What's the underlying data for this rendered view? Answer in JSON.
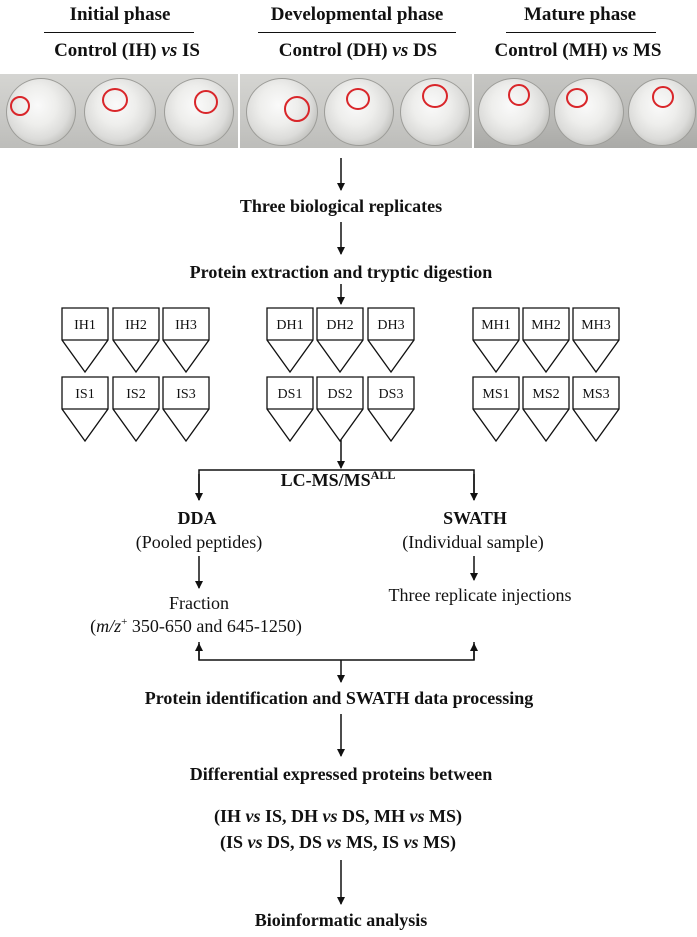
{
  "phases": [
    {
      "title": "Initial phase",
      "control": "Control (IH) ",
      "vs": "vs",
      "sample": " IS"
    },
    {
      "title": "Developmental phase",
      "control": "Control (DH) ",
      "vs": "vs",
      "sample": " DS"
    },
    {
      "title": "Mature phase",
      "control": "Control (MH) ",
      "vs": "vs",
      "sample": " MS"
    }
  ],
  "steps": {
    "replicates": "Three biological replicates",
    "extraction": "Protein extraction and tryptic digestion",
    "lcms": "LC-MS/MS",
    "lcms_sup": "ALL",
    "identification": "Protein identification and SWATH data processing",
    "differential": "Differential expressed proteins between",
    "comparisons1": [
      "(IH ",
      "vs",
      " IS, DH ",
      "vs",
      " DS, MH ",
      "vs",
      " MS)"
    ],
    "comparisons2": [
      "(IS ",
      "vs",
      " DS, DS ",
      "vs",
      " MS, IS ",
      "vs",
      " MS)"
    ],
    "bioinformatic": "Bioinformatic analysis"
  },
  "dda": {
    "title": "DDA",
    "subtitle": "(Pooled peptides)",
    "fraction": "Fraction",
    "range_open": "(",
    "range_mz": "m/z",
    "range_sup": "+",
    "range_text": " 350-650 and 645-1250)"
  },
  "swath": {
    "title": "SWATH",
    "subtitle": "(Individual sample)",
    "injections": "Three replicate injections"
  },
  "tubes": {
    "top": [
      "IH1",
      "IH2",
      "IH3",
      "DH1",
      "DH2",
      "DH3",
      "MH1",
      "MH2",
      "MH3"
    ],
    "bottom": [
      "IS1",
      "IS2",
      "IS3",
      "DS1",
      "DS2",
      "DS3",
      "MS1",
      "MS2",
      "MS3"
    ]
  },
  "colors": {
    "line": "#111111",
    "mold_circle": "#d9262a"
  }
}
